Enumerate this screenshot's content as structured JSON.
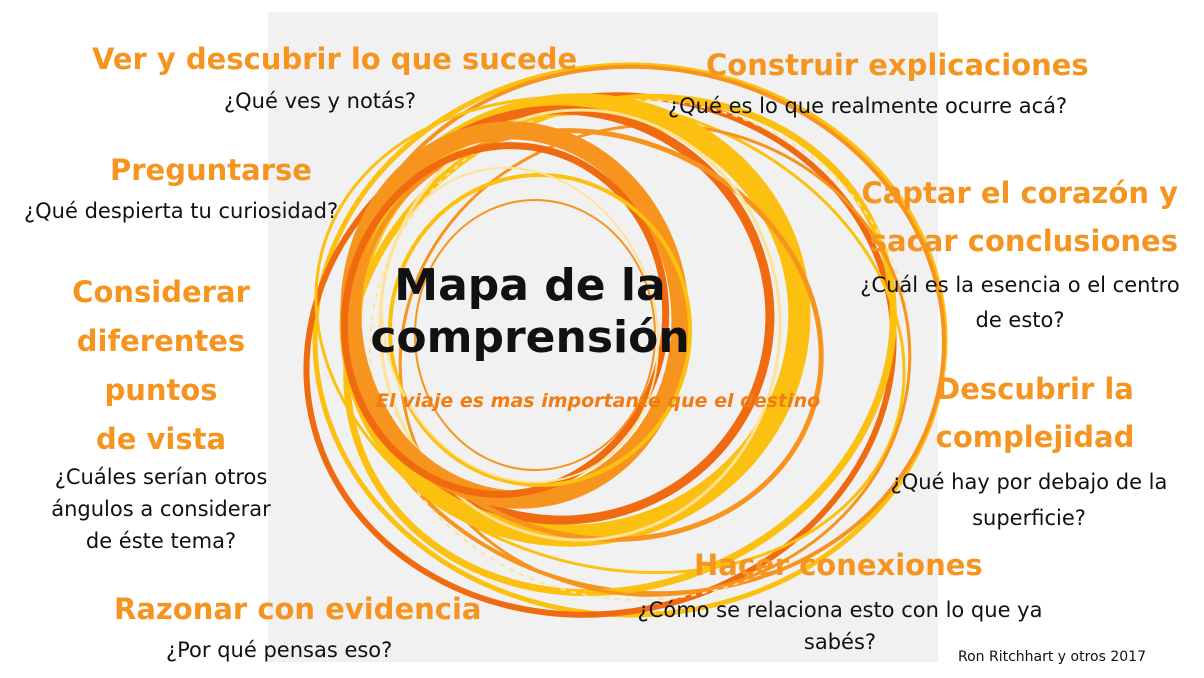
{
  "center": {
    "title_line1": "Mapa de la",
    "title_line2": "comprensión",
    "subtitle": "El viaje es mas importante que el destino"
  },
  "moves": [
    {
      "title": "Ver y descubrir lo que sucede",
      "question": "¿Qué ves y notás?"
    },
    {
      "title": "Construir explicaciones",
      "question": "¿Qué es lo que realmente ocurre acá?"
    },
    {
      "title": "Preguntarse",
      "question": "¿Qué despierta tu curiosidad?"
    },
    {
      "title_line1": "Captar el corazón y",
      "title_line2": "sacar conclusiones",
      "question_line1": "¿Cuál es la esencia o el centro",
      "question_line2": "de esto?"
    },
    {
      "title_line1": "Considerar",
      "title_line2": "diferentes",
      "title_line3": "puntos",
      "title_line4": "de vista",
      "question_line1": "¿Cuáles serían otros",
      "question_line2": "ángulos a considerar",
      "question_line3": "de éste tema?"
    },
    {
      "title_line1": "Descubrir la",
      "title_line2": "complejidad",
      "question_line1": "¿Qué hay por debajo de la",
      "question_line2": "superficie?"
    },
    {
      "title": "Hacer conexiones",
      "question_line1": "¿Cómo se relaciona esto con lo que ya",
      "question_line2": "sabés?"
    },
    {
      "title": "Razonar con evidencia",
      "question": "¿Por qué pensas eso?"
    }
  ],
  "credit": "Ron Ritchhart y otros 2017",
  "colors": {
    "title_orange": "#f5941f",
    "ring_dark_orange": "#f06a10",
    "ring_orange": "#f7941d",
    "ring_yellow": "#fcc010",
    "ring_light_yellow": "#fde29a",
    "panel_gray": "#f1f1f1"
  }
}
